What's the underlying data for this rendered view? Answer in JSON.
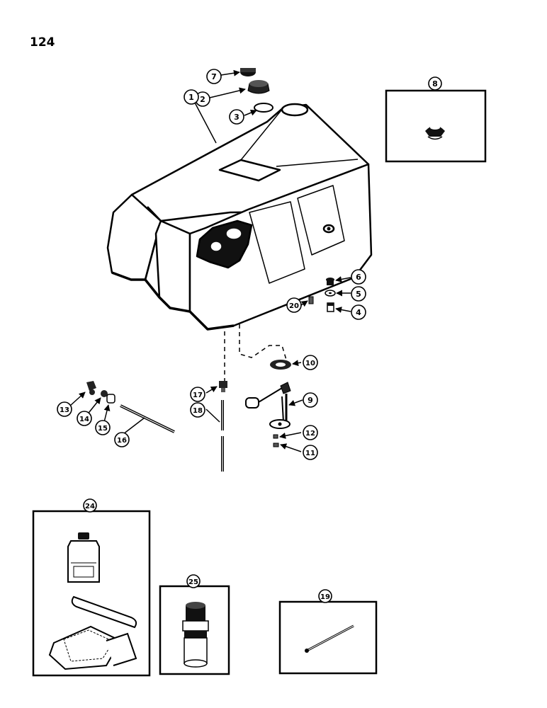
{
  "page": {
    "number": "124"
  },
  "callouts": {
    "c1": "1",
    "c2": "2",
    "c3": "3",
    "c4": "4",
    "c5": "5",
    "c6": "6",
    "c7": "7",
    "c8": "8",
    "c9": "9",
    "c10": "10",
    "c11": "11",
    "c12": "12",
    "c13": "13",
    "c14": "14",
    "c15": "15",
    "c16": "16",
    "c17": "17",
    "c18": "18",
    "c19": "19",
    "c20": "20",
    "c24": "24",
    "c25": "25"
  },
  "colors": {
    "ink": "#000000",
    "paper": "#ffffff",
    "tank_body": "#ffffff"
  }
}
